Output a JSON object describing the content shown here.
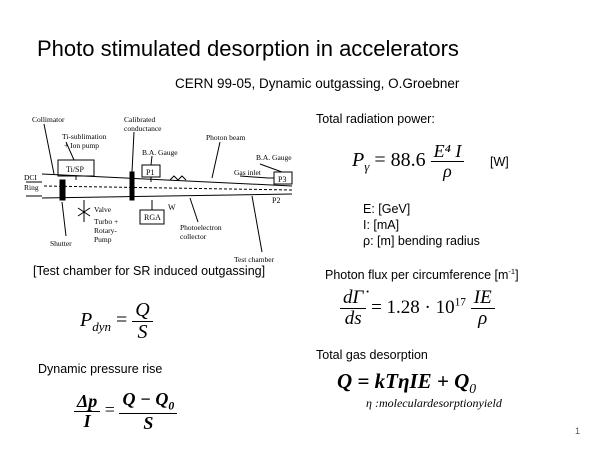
{
  "slide": {
    "title": "Photo stimulated desorption in accelerators",
    "reference": "CERN 99-05, Dynamic outgassing, O.Groebner",
    "page_number": "1"
  },
  "diagram": {
    "labels": {
      "collimator": "Collimator",
      "ti_sub": "Ti-sublimation",
      "ion_pump": "+ Ion pump",
      "calibrated": "Calibrated",
      "conductance": "conductance",
      "photon_beam": "Photon beam",
      "ba_gauge_1": "B.A. Gauge",
      "ba_gauge_2": "B.A. Gauge",
      "gas_inlet": "Gas inlet",
      "ti_sp": "Ti/SP",
      "p1": "P1",
      "p2": "P2",
      "p3": "P3",
      "dci": "DCI",
      "ring": "Ring",
      "valve": "Valve",
      "turbo": "Turbo +",
      "rotary": "Rotary-",
      "pump": "Pump",
      "rga": "RGA",
      "w": "W",
      "photoelectron": "Photoelectron",
      "collector": "collector",
      "shutter": "Shutter",
      "test_chamber": "Test chamber"
    },
    "caption": "[Test chamber for SR induced outgassing]"
  },
  "radiation": {
    "heading": "Total radiation power:",
    "lhs": "P",
    "lhs_sub": "γ",
    "coef": "= 88.6",
    "num": "E⁴ I",
    "den": "ρ",
    "unit": "[W]",
    "def_e": "E: [GeV]",
    "def_i": "I: [mA]",
    "def_rho": "ρ: [m] bending radius"
  },
  "photon_flux": {
    "heading": "Photon flux per circumference [m",
    "heading_exp": "-1",
    "heading_close": "]",
    "lhs_num": "dΓ̇",
    "lhs_den": "ds",
    "coef": "= 1.28 · 10",
    "coef_exp": "17",
    "rhs_num": "IE",
    "rhs_den": "ρ"
  },
  "dynamic": {
    "lhs": "P",
    "lhs_sub": "dyn",
    "eq": "=",
    "num": "Q",
    "den": "S",
    "caption": "Dynamic pressure rise",
    "rise_num": "Δp",
    "rise_den": "I",
    "rise_eq": "=",
    "rise_rhs_num": "Q − Q",
    "rise_rhs_sub": "0",
    "rise_rhs_den": "S"
  },
  "gas": {
    "heading": "Total gas desorption",
    "formula": "Q = kTηIE + Q",
    "formula_sub": "0",
    "eta_def": "η :moleculardesorptionyield"
  }
}
